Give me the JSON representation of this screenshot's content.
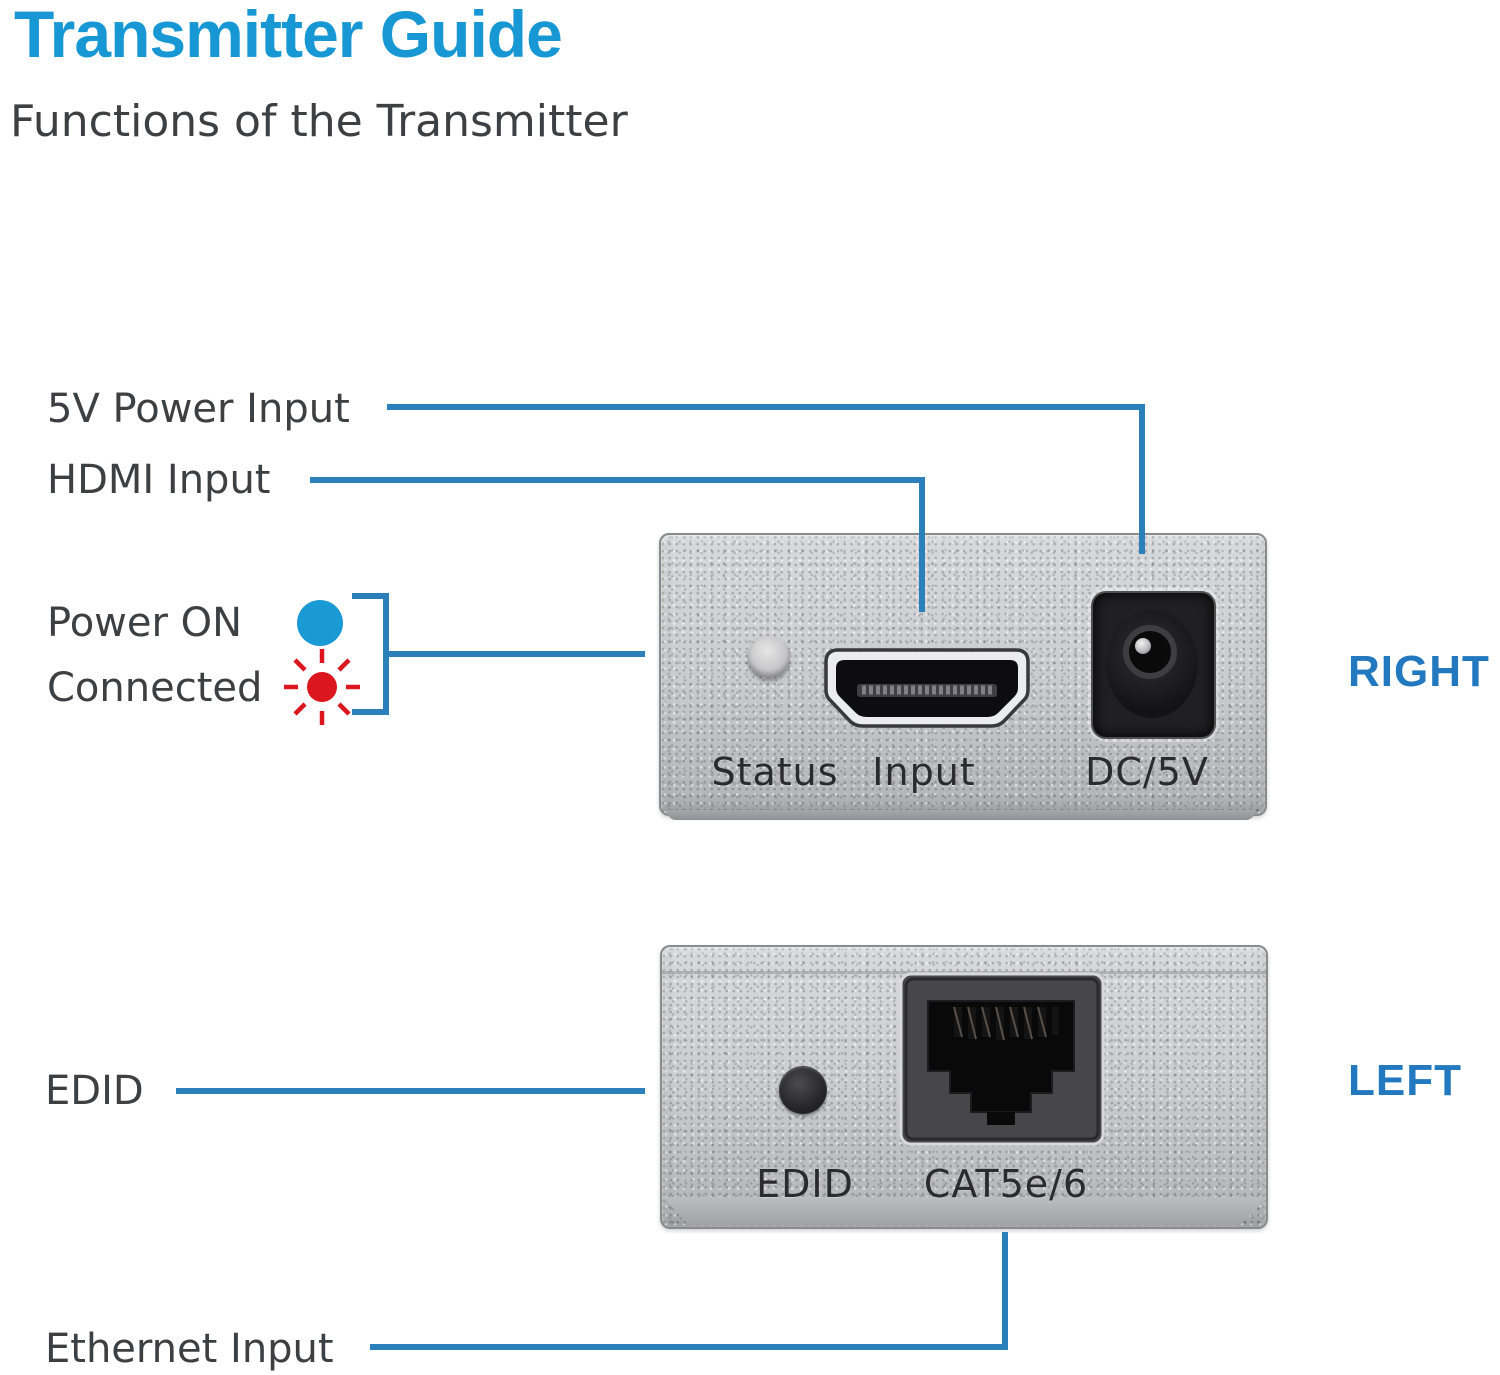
{
  "header": {
    "title": "Transmitter Guide",
    "subtitle": "Functions of the Transmitter"
  },
  "callouts": {
    "power_5v": {
      "label": "5V Power Input"
    },
    "hdmi": {
      "label": "HDMI Input"
    },
    "power_on": {
      "label": "Power ON"
    },
    "connected": {
      "label": "Connected"
    },
    "edid": {
      "label": "EDID"
    },
    "ethernet": {
      "label": "Ethernet Input"
    }
  },
  "side_labels": {
    "right": "RIGHT",
    "left": "LEFT"
  },
  "devices": {
    "front_panel": {
      "status_label": "Status",
      "input_label": "Input",
      "dc_label": "DC/5V"
    },
    "back_panel": {
      "edid_label": "EDID",
      "cat_label": "CAT5e/6"
    }
  },
  "legend_icons": {
    "power_on_led": "blue-dot",
    "connected_led": "red-burst"
  },
  "colors": {
    "title_blue": "#1798d4",
    "side_label_blue": "#2379bf",
    "leader_line_blue": "#2b80bb",
    "power_on_led": "#1a9ad5",
    "connected_led": "#dc161f",
    "label_gray": "#3d4043"
  }
}
